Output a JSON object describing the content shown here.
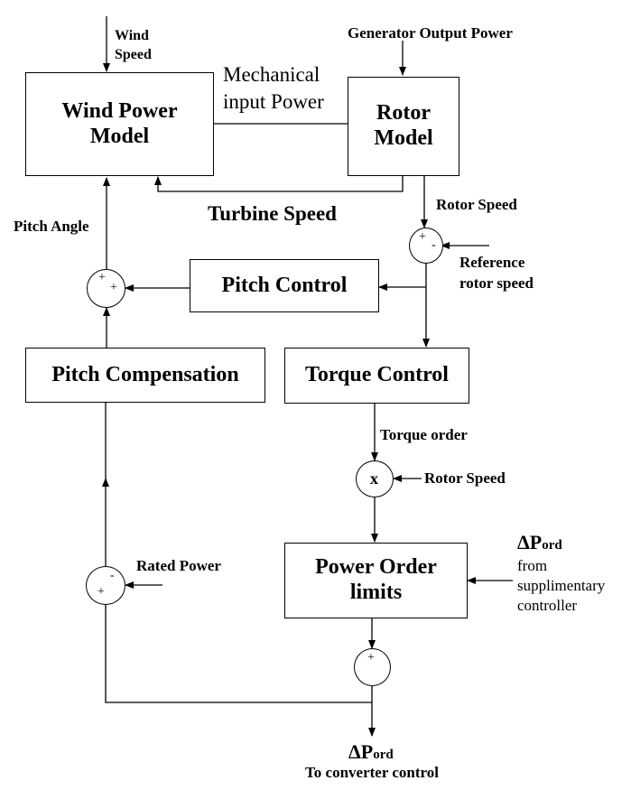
{
  "blocks": {
    "wind_power_model": "Wind Power\nModel",
    "rotor_model": "Rotor\nModel",
    "pitch_control": "Pitch Control",
    "pitch_compensation": "Pitch Compensation",
    "torque_control": "Torque Control",
    "power_order_limits": "Power Order\nlimits"
  },
  "signals": {
    "wind_speed": "Wind\nSpeed",
    "generator_output_power": "Generator Output Power",
    "mechanical_input_power": "Mechanical\ninput Power",
    "turbine_speed": "Turbine Speed",
    "rotor_speed_1": "Rotor Speed",
    "pitch_angle": "Pitch Angle",
    "reference_rotor_speed": "Reference\nrotor speed",
    "torque_order": "Torque order",
    "rotor_speed_2": "Rotor Speed",
    "rated_power": "Rated Power",
    "delta_p_ord_in_symbol": "ΔP",
    "delta_p_ord_in_sub": "ord",
    "delta_p_ord_in_desc": "from\nsupplimentary\ncontroller",
    "delta_p_ord_out_symbol": "ΔP",
    "delta_p_ord_out_sub": "ord",
    "delta_p_ord_out_desc": "To converter control"
  },
  "junctions": {
    "speed_error_signs": [
      "+",
      "-"
    ],
    "pitch_sum_signs": [
      "+",
      "+"
    ],
    "multiplier_symbol": "x",
    "rated_power_signs": [
      "-",
      "+"
    ],
    "output_sum_signs": [
      "+"
    ]
  }
}
